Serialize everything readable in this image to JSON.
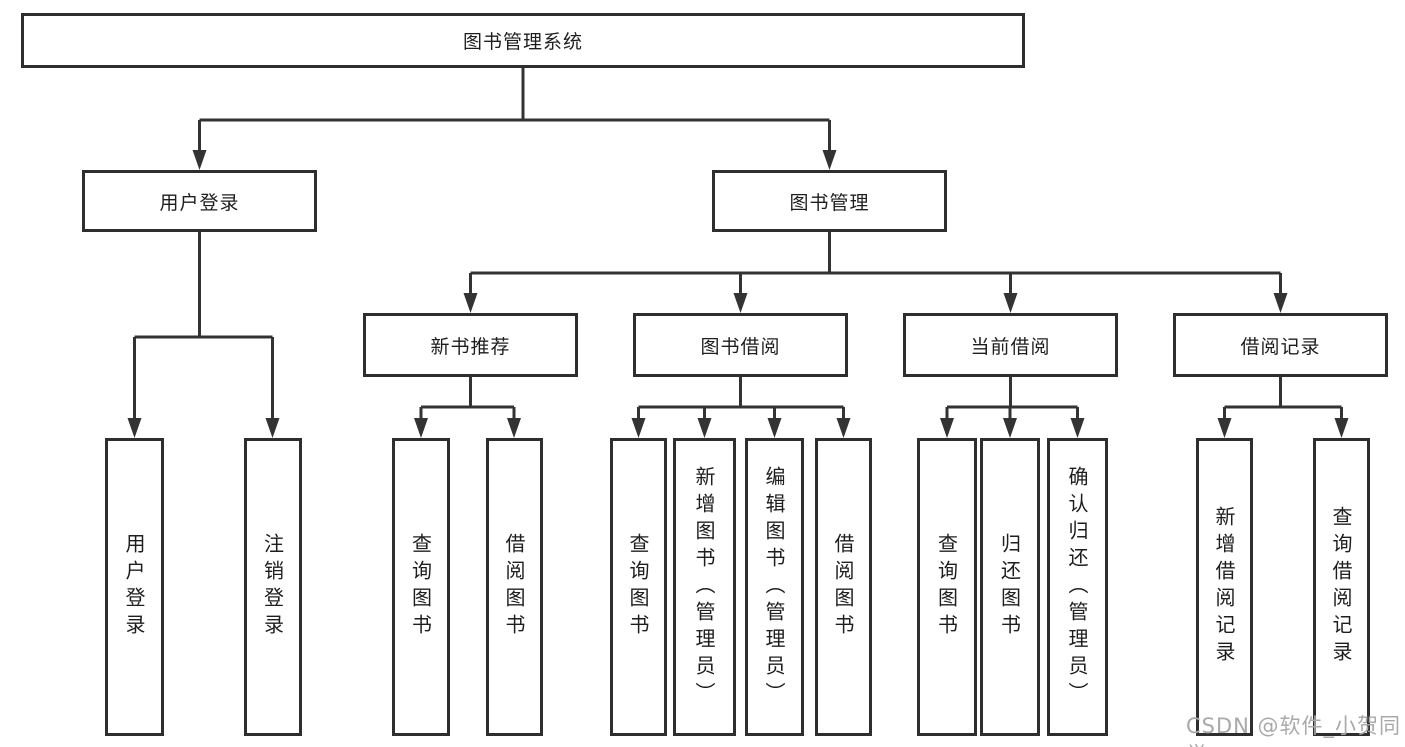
{
  "diagram": {
    "title": "图书管理系统",
    "level2": [
      {
        "label": "用户登录"
      },
      {
        "label": "图书管理"
      }
    ],
    "level3": [
      {
        "label": "新书推荐",
        "parent": "图书管理"
      },
      {
        "label": "图书借阅",
        "parent": "图书管理"
      },
      {
        "label": "当前借阅",
        "parent": "图书管理"
      },
      {
        "label": "借阅记录",
        "parent": "图书管理"
      }
    ],
    "level4": [
      {
        "label": "用户登录",
        "parent": "用户登录"
      },
      {
        "label": "注销登录",
        "parent": "用户登录"
      },
      {
        "label": "查询图书",
        "parent": "新书推荐"
      },
      {
        "label": "借阅图书",
        "parent": "新书推荐"
      },
      {
        "label": "查询图书",
        "parent": "图书借阅"
      },
      {
        "label": "新增图书（管理员）",
        "parent": "图书借阅"
      },
      {
        "label": "编辑图书（管理员）",
        "parent": "图书借阅"
      },
      {
        "label": "借阅图书",
        "parent": "图书借阅"
      },
      {
        "label": "查询图书",
        "parent": "当前借阅"
      },
      {
        "label": "归还图书",
        "parent": "当前借阅"
      },
      {
        "label": "确认归还（管理员）",
        "parent": "当前借阅"
      },
      {
        "label": "新增借阅记录",
        "parent": "借阅记录"
      },
      {
        "label": "查询借阅记录",
        "parent": "借阅记录"
      }
    ],
    "watermark": "CSDN @软件_小贺同学",
    "colors": {
      "line": "#333333",
      "box_border": "#2e2e2e",
      "text": "#1e1e1e",
      "watermark": "#a9a9a9",
      "background": "#ffffff"
    }
  }
}
